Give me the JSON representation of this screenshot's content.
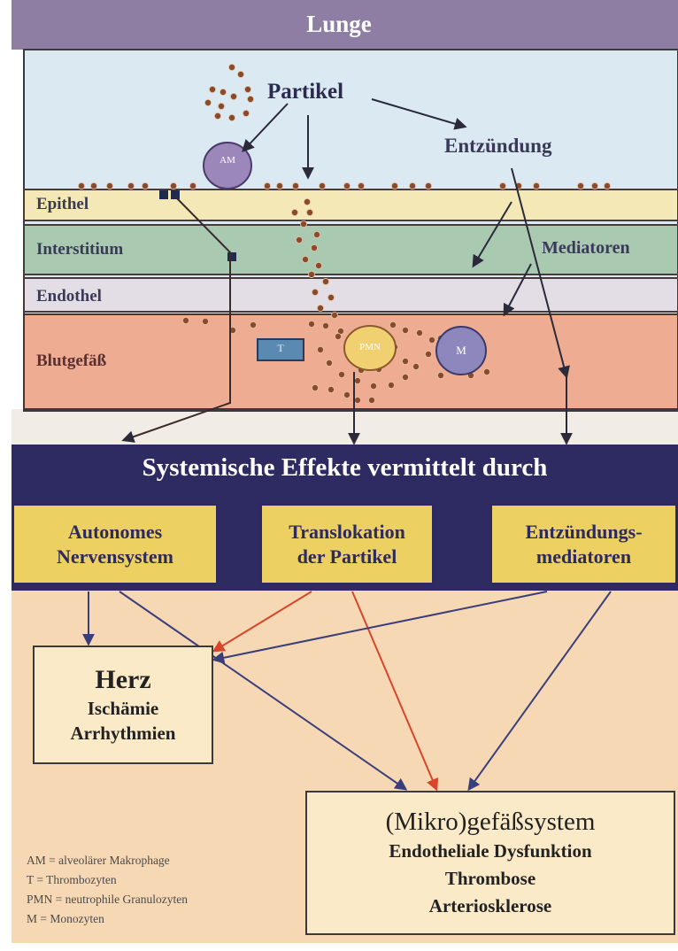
{
  "header": {
    "title": "Lunge"
  },
  "lung": {
    "particle_label": "Partikel",
    "inflammation_label": "Entzündung",
    "mediators_label": "Mediatoren",
    "layers": [
      "Epithel",
      "Interstitium",
      "Endothel",
      "Blutgefäß"
    ],
    "cells": {
      "am": "AM",
      "t": "T",
      "pmn": "PMN",
      "m": "M"
    }
  },
  "systemic": {
    "banner": "Systemische Effekte vermittelt durch",
    "boxes": [
      {
        "line1": "Autonomes",
        "line2": "Nervensystem"
      },
      {
        "line1": "Translokation",
        "line2": "der Partikel"
      },
      {
        "line1": "Entzündungs-",
        "line2": "mediatoren"
      }
    ]
  },
  "outcomes": {
    "heart": {
      "title": "Herz",
      "items": [
        "Ischämie",
        "Arrhythmien"
      ]
    },
    "vessels": {
      "title": "(Mikro)gefäßsystem",
      "items": [
        "Endotheliale Dysfunktion",
        "Thrombose",
        "Arteriosklerose"
      ]
    }
  },
  "legend": [
    "AM = alveolärer Makrophage",
    "T = Thrombozyten",
    "PMN = neutrophile Granulozyten",
    "M = Monozyten"
  ],
  "colors": {
    "header_purple": "#8e7ea4",
    "banner_navy": "#2e2b63",
    "alveolus_blue": "#dbe9f3",
    "epithel_yellow": "#f3e8b6",
    "interstitium_green": "#a9c9b0",
    "endothel_lavender": "#e3dee6",
    "blood_salmon": "#eeac92",
    "particle_brown": "#8a4a2c",
    "lower_peach": "#f6d8b5",
    "arrow_blue": "#3a3f7a",
    "arrow_red": "#d8452a"
  }
}
